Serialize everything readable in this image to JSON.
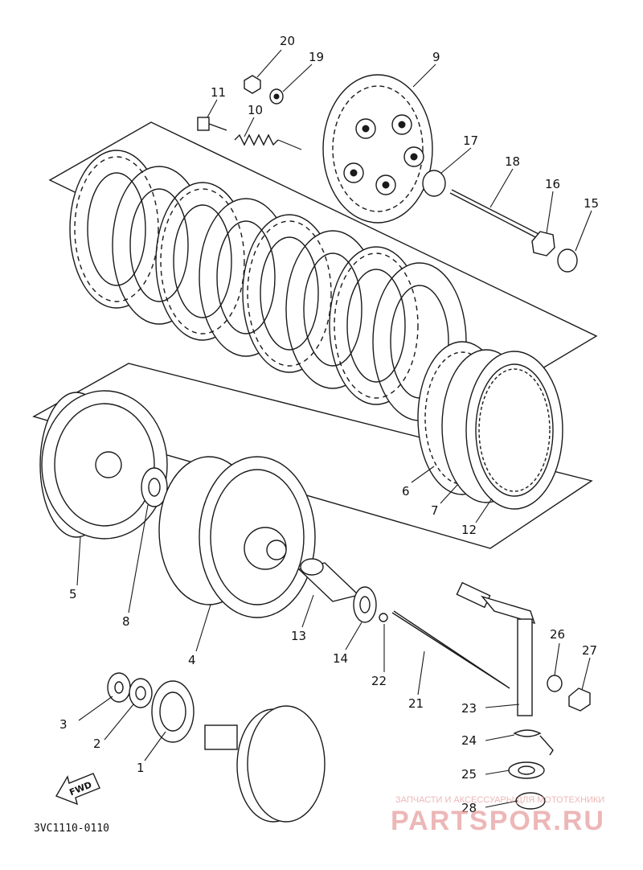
{
  "diagram": {
    "part_numbers": [
      "1",
      "2",
      "3",
      "4",
      "5",
      "6",
      "7",
      "8",
      "9",
      "10",
      "11",
      "12",
      "13",
      "14",
      "15",
      "16",
      "17",
      "18",
      "19",
      "20",
      "21",
      "22",
      "23",
      "24",
      "25",
      "26",
      "27",
      "28"
    ],
    "code": "3VC1110-0110",
    "fwd_label": "FWD"
  },
  "watermark": {
    "line1": "ЗАПЧАСТИ И АКСЕССУАРЫ ДЛЯ МОТОТЕХНИКИ",
    "line2": "PARTSPOR.RU",
    "color": "#e8a0a0"
  },
  "colors": {
    "ink": "#1a1a1a",
    "paper": "#ffffff"
  }
}
